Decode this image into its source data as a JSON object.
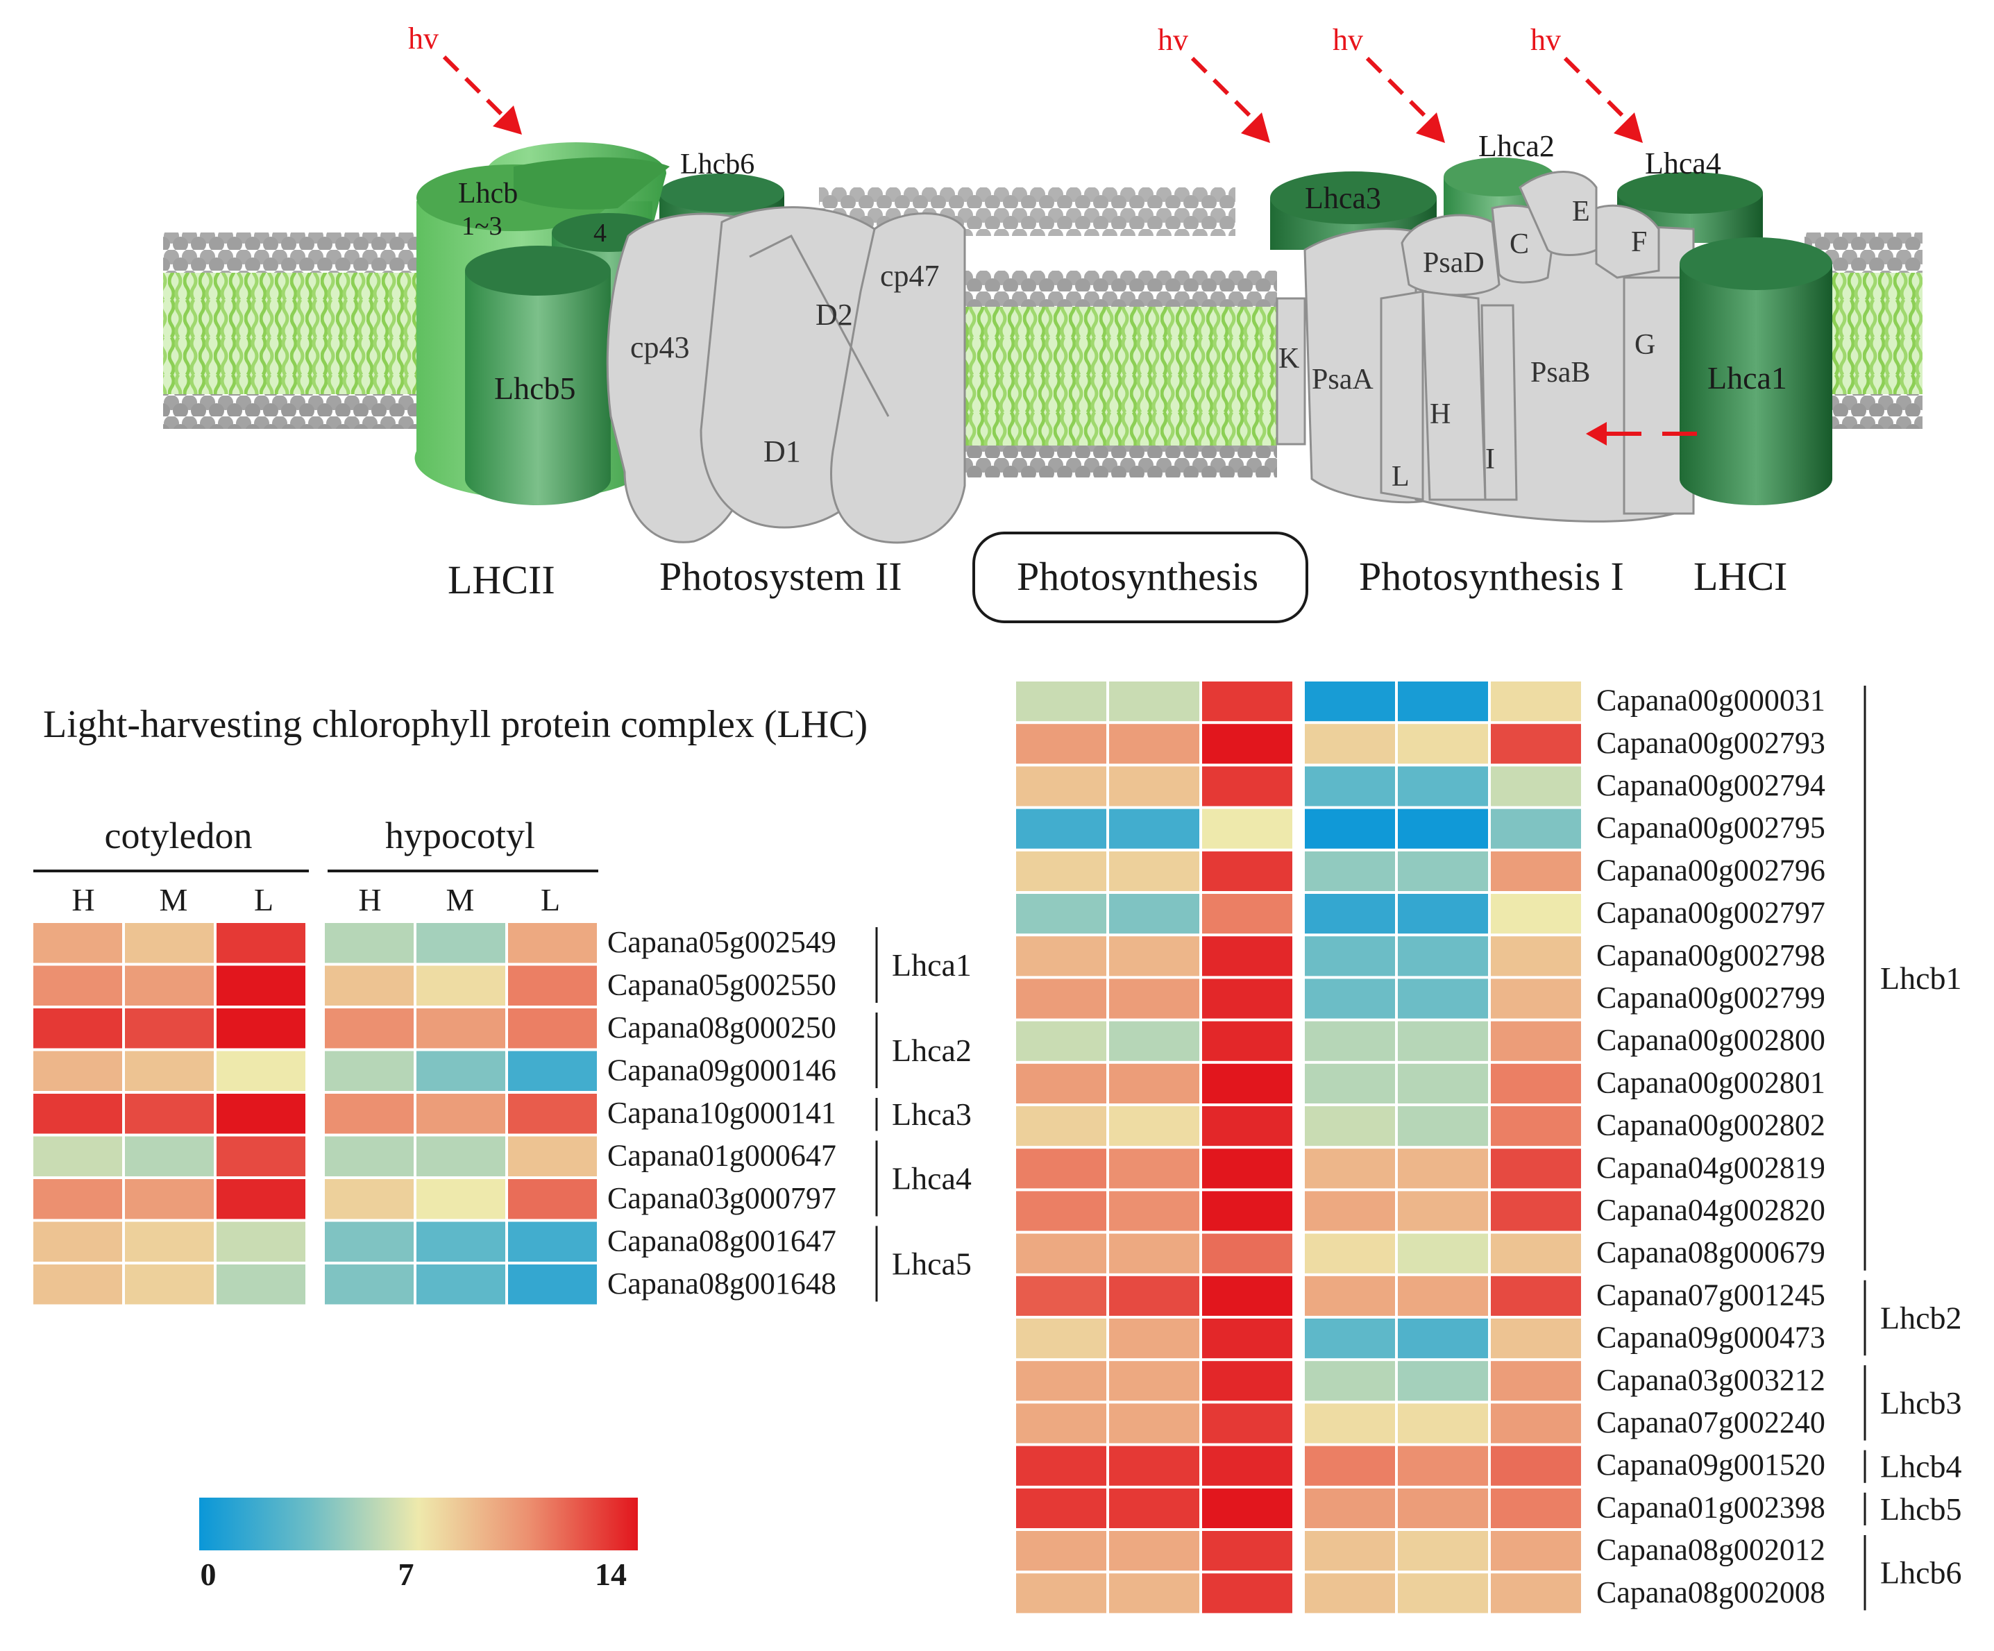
{
  "diagram": {
    "light_label": "hv",
    "complex_labels": {
      "lhcb13": "Lhcb\n1~3",
      "lhcb4": "4",
      "lhcb5": "Lhcb5",
      "lhcb6": "Lhcb6",
      "lhca1": "Lhca1",
      "lhca2": "Lhca2",
      "lhca3": "Lhca3",
      "lhca4": "Lhca4"
    },
    "protein_labels": {
      "cp43": "cp43",
      "cp47": "cp47",
      "d1": "D1",
      "d2": "D2",
      "psaa": "PsaA",
      "psab": "PsaB",
      "psad": "PsaD",
      "c": "C",
      "e": "E",
      "f": "F",
      "g": "G",
      "h": "H",
      "i": "I",
      "l": "L",
      "k": "K"
    },
    "section_labels": {
      "lhcii": "LHCII",
      "ps2": "Photosystem II",
      "photosynthesis": "Photosynthesis",
      "ps1": "Photosynthesis I",
      "lhci": "LHCI"
    }
  },
  "heatmap_title": "Light-harvesting chlorophyll protein  complex (LHC)",
  "tissues": [
    "cotyledon",
    "hypocotyl"
  ],
  "conditions": [
    "H",
    "M",
    "L",
    "H",
    "M",
    "L"
  ],
  "colorbar": {
    "ticks": [
      "0",
      "7",
      "14"
    ],
    "min": 0,
    "max": 14,
    "stops": [
      "#0a97d8",
      "#6cbdc6",
      "#eee9ac",
      "#ec9070",
      "#e2161d"
    ]
  },
  "chart_data": [
    {
      "type": "heatmap",
      "name": "left",
      "columns": [
        "cotyledon H",
        "cotyledon M",
        "cotyledon L",
        "hypocotyl H",
        "hypocotyl M",
        "hypocotyl L"
      ],
      "rows": [
        "Capana05g002549",
        "Capana05g002550",
        "Capana08g000250",
        "Capana09g000146",
        "Capana10g000141",
        "Capana01g000647",
        "Capana03g000797",
        "Capana08g001647",
        "Capana08g001648"
      ],
      "values": [
        [
          9.5,
          8.5,
          13.0,
          5.5,
          5.0,
          9.5
        ],
        [
          10.5,
          10.0,
          14.0,
          8.5,
          7.5,
          11.0
        ],
        [
          13.0,
          12.5,
          14.0,
          10.5,
          10.0,
          11.0
        ],
        [
          9.0,
          8.5,
          7.0,
          5.5,
          4.0,
          2.0
        ],
        [
          13.0,
          12.5,
          14.0,
          10.5,
          10.0,
          12.0
        ],
        [
          6.0,
          5.5,
          12.5,
          5.5,
          5.5,
          8.5
        ],
        [
          10.5,
          10.0,
          13.5,
          8.0,
          7.0,
          11.5
        ],
        [
          8.5,
          8.0,
          6.0,
          4.0,
          3.0,
          2.0
        ],
        [
          8.5,
          8.0,
          5.5,
          4.0,
          3.0,
          1.5
        ]
      ],
      "groups": [
        {
          "label": "Lhca1",
          "start": 0,
          "end": 1
        },
        {
          "label": "Lhca2",
          "start": 2,
          "end": 3
        },
        {
          "label": "Lhca3",
          "start": 4,
          "end": 4
        },
        {
          "label": "Lhca4",
          "start": 5,
          "end": 6
        },
        {
          "label": "Lhca5",
          "start": 7,
          "end": 8
        }
      ]
    },
    {
      "type": "heatmap",
      "name": "right",
      "columns": [
        "cotyledon H",
        "cotyledon M",
        "cotyledon L",
        "hypocotyl H",
        "hypocotyl M",
        "hypocotyl L"
      ],
      "rows": [
        "Capana00g000031",
        "Capana00g002793",
        "Capana00g002794",
        "Capana00g002795",
        "Capana00g002796",
        "Capana00g002797",
        "Capana00g002798",
        "Capana00g002799",
        "Capana00g002800",
        "Capana00g002801",
        "Capana00g002802",
        "Capana04g002819",
        "Capana04g002820",
        "Capana08g000679",
        "Capana07g001245",
        "Capana09g000473",
        "Capana03g003212",
        "Capana07g002240",
        "Capana09g001520",
        "Capana01g002398",
        "Capana08g002012",
        "Capana08g002008"
      ],
      "values": [
        [
          6.0,
          6.0,
          13.0,
          0.5,
          0.5,
          7.5
        ],
        [
          10.0,
          10.0,
          14.0,
          8.0,
          7.5,
          12.5
        ],
        [
          8.5,
          8.5,
          13.0,
          3.0,
          3.0,
          6.0
        ],
        [
          2.0,
          2.0,
          7.0,
          0.2,
          0.2,
          4.0
        ],
        [
          8.0,
          8.0,
          13.0,
          4.5,
          4.5,
          10.0
        ],
        [
          4.5,
          4.0,
          11.0,
          1.5,
          1.5,
          7.0
        ],
        [
          9.0,
          9.0,
          13.5,
          3.5,
          3.5,
          8.5
        ],
        [
          10.0,
          10.0,
          13.5,
          3.5,
          3.5,
          9.0
        ],
        [
          6.0,
          5.5,
          13.5,
          5.5,
          5.5,
          10.0
        ],
        [
          10.0,
          10.0,
          14.0,
          5.5,
          5.5,
          11.0
        ],
        [
          8.0,
          7.5,
          13.5,
          6.0,
          5.5,
          11.0
        ],
        [
          11.0,
          10.5,
          14.0,
          9.0,
          9.0,
          12.5
        ],
        [
          11.0,
          10.5,
          14.0,
          9.5,
          9.0,
          12.5
        ],
        [
          9.5,
          9.5,
          11.5,
          7.5,
          6.5,
          8.5
        ],
        [
          12.0,
          12.5,
          14.0,
          9.5,
          9.5,
          12.5
        ],
        [
          8.0,
          9.5,
          13.5,
          3.0,
          2.5,
          8.5
        ],
        [
          9.5,
          9.5,
          13.5,
          5.5,
          5.0,
          10.0
        ],
        [
          9.5,
          9.5,
          13.0,
          7.5,
          7.5,
          10.0
        ],
        [
          13.0,
          13.0,
          13.5,
          11.0,
          10.5,
          11.5
        ],
        [
          13.0,
          13.0,
          14.0,
          10.0,
          10.0,
          11.0
        ],
        [
          9.5,
          9.5,
          13.0,
          8.5,
          8.0,
          9.5
        ],
        [
          9.0,
          9.0,
          13.0,
          8.5,
          8.0,
          9.0
        ]
      ],
      "groups": [
        {
          "label": "Lhcb1",
          "start": 0,
          "end": 13
        },
        {
          "label": "Lhcb2",
          "start": 14,
          "end": 15
        },
        {
          "label": "Lhcb3",
          "start": 16,
          "end": 17
        },
        {
          "label": "Lhcb4",
          "start": 18,
          "end": 18
        },
        {
          "label": "Lhcb5",
          "start": 19,
          "end": 19
        },
        {
          "label": "Lhcb6",
          "start": 20,
          "end": 21
        }
      ]
    }
  ]
}
